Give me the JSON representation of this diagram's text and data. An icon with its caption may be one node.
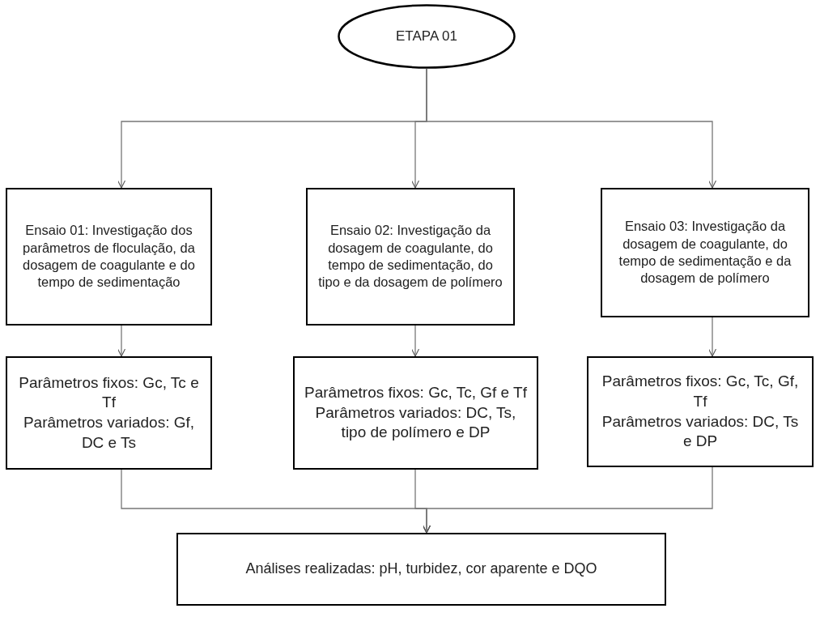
{
  "diagram": {
    "nodes": [
      {
        "text": [
          "ETAPA 01"
        ]
      },
      {
        "text": [
          "Ensaio 01: Investigação dos parâmetros de floculação, da dosagem de coagulante e do tempo de sedimentação"
        ]
      },
      {
        "text": [
          "Ensaio 02: Investigação da dosagem de coagulante, do tempo de sedimentação, do tipo e da dosagem de polímero"
        ]
      },
      {
        "text": [
          "Ensaio 03: Investigação da dosagem de coagulante, do tempo de sedimentação e da dosagem de polímero"
        ]
      },
      {
        "text": [
          "Parâmetros fixos: Gc, Tc e Tf",
          "Parâmetros variados: Gf, DC e Ts"
        ]
      },
      {
        "text": [
          "Parâmetros fixos: Gc, Tc, Gf e Tf",
          "Parâmetros variados: DC, Ts, tipo de polímero e DP"
        ]
      },
      {
        "text": [
          "Parâmetros fixos: Gc, Tc, Gf, Tf",
          "Parâmetros variados: DC, Ts e DP"
        ]
      },
      {
        "text": [
          "Análises realizadas: pH, turbidez, cor aparente e DQO"
        ]
      }
    ],
    "edges": [
      {
        "from": 0,
        "to": 1,
        "arrow": "to"
      },
      {
        "from": 0,
        "to": 2,
        "arrow": "to"
      },
      {
        "from": 0,
        "to": 3,
        "arrow": "to"
      },
      {
        "from": 1,
        "to": 4,
        "arrow": "to"
      },
      {
        "from": 2,
        "to": 5,
        "arrow": "to"
      },
      {
        "from": 3,
        "to": 6,
        "arrow": "to"
      },
      {
        "from": 4,
        "to": 7,
        "arrow": "to"
      },
      {
        "from": 5,
        "to": 7,
        "arrow": "to"
      },
      {
        "from": 6,
        "to": 7,
        "arrow": "to"
      }
    ]
  }
}
